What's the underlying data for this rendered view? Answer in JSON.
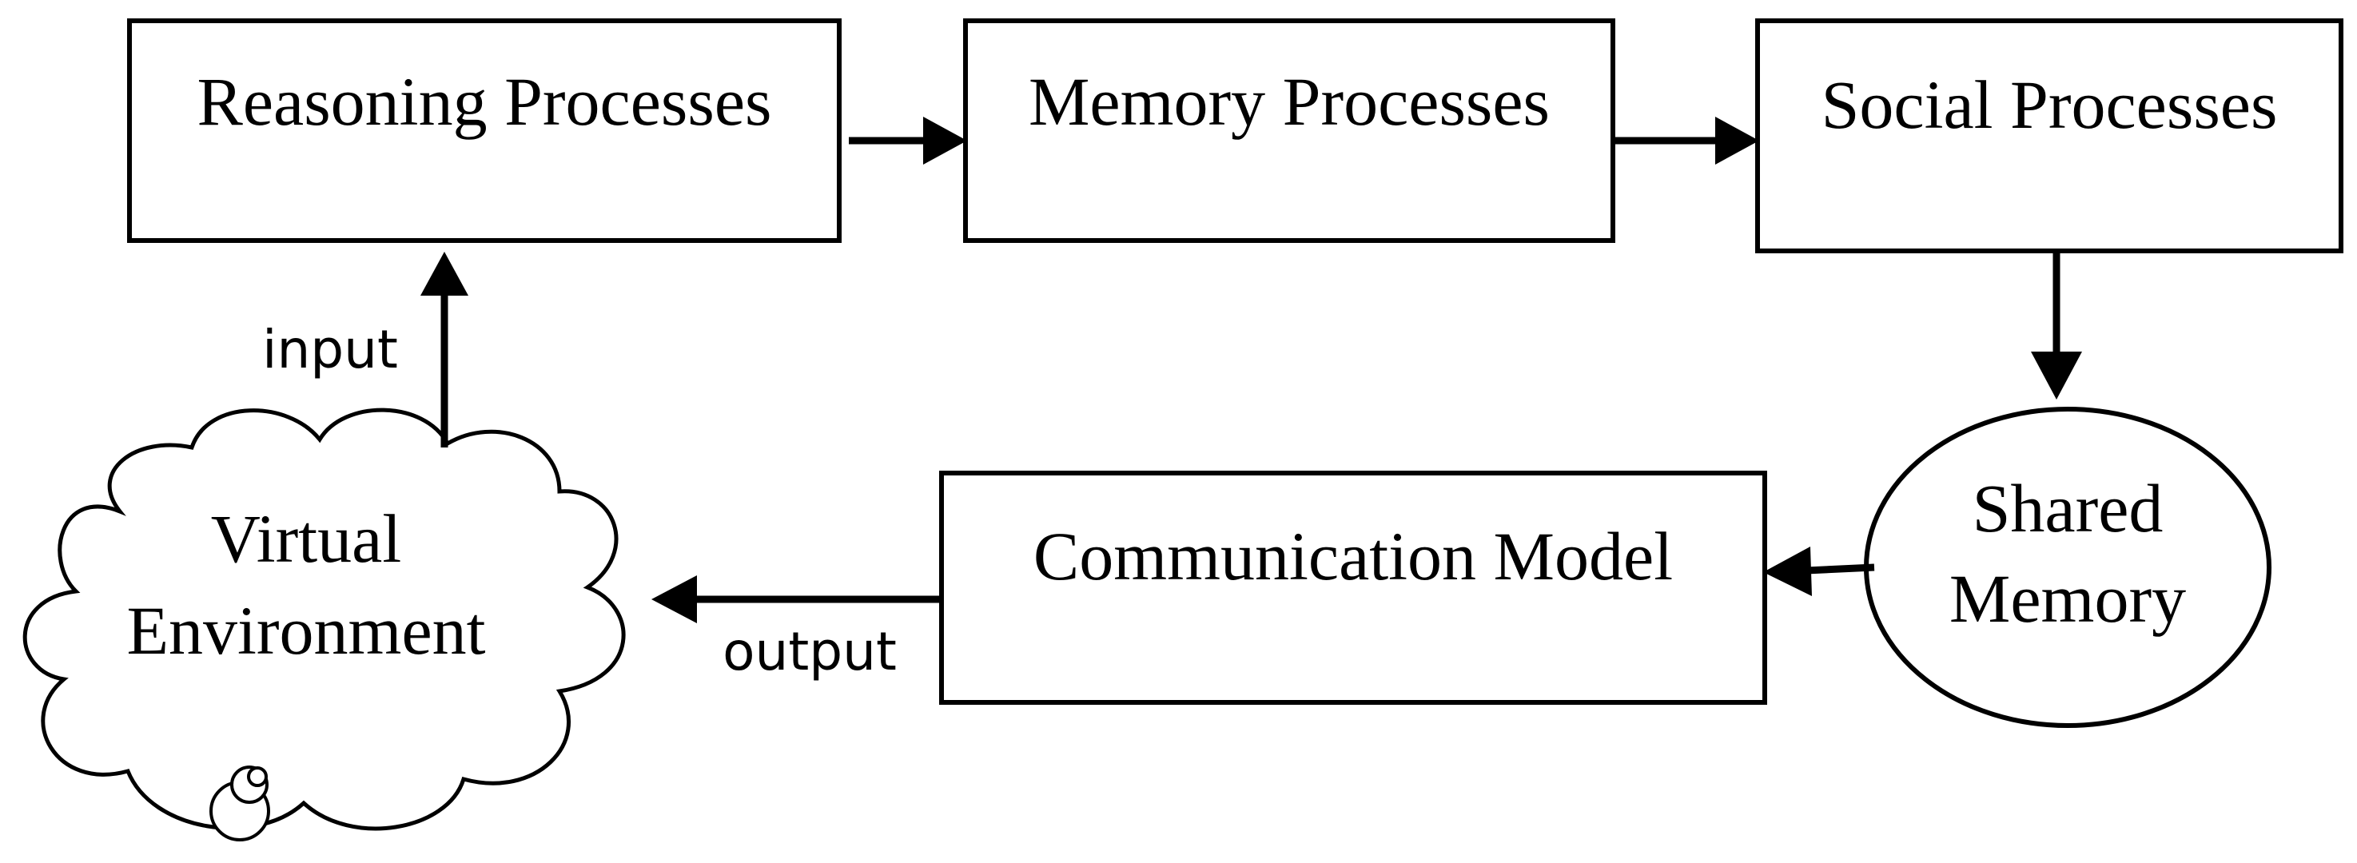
{
  "nodes": {
    "reasoning": {
      "label": "Reasoning Processes"
    },
    "memory": {
      "label": "Memory Processes"
    },
    "social": {
      "label": "Social Processes"
    },
    "shared_memory": {
      "label_line1": "Shared",
      "label_line2": "Memory"
    },
    "communication": {
      "label": "Communication Model"
    },
    "virtual_environment": {
      "label_line1": "Virtual",
      "label_line2": "Environment"
    }
  },
  "edges": {
    "input_label": "input",
    "output_label": "output"
  },
  "colors": {
    "stroke": "#000000",
    "background": "#ffffff"
  }
}
